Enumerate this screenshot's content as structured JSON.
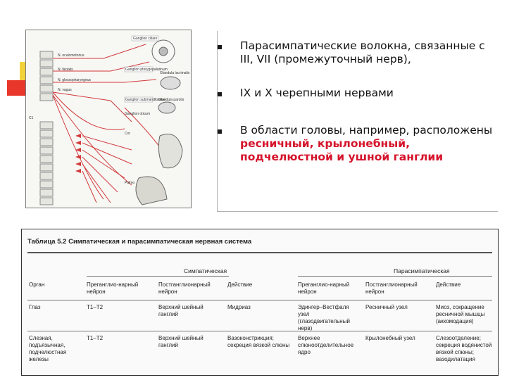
{
  "bullets": [
    {
      "text": "Парасимпатические волокна, связанные с III, VII (промежуточный нерв),"
    },
    {
      "text": "IX и X черепными нервами"
    },
    {
      "text_plain": "В области головы, например, расположены ",
      "text_hl": "ресничный, крылонебный, подчелюстной и ушной ганглии"
    }
  ],
  "table": {
    "title": "Таблица 5.2 Симпатическая и парасимпатическая нервная система",
    "group_symp": "Симпатическая",
    "group_para": "Парасимпатическая",
    "headers": [
      "Орган",
      "Преганглио-нарный нейрон",
      "Постганглионарный нейрон",
      "Действие",
      "Преганглио-нарный нейрон",
      "Постганглионарный нейрон",
      "Действие"
    ],
    "rows": [
      [
        "Глаз",
        "Т1–Т2",
        "Верхний шейный ганглий",
        "Мидриаз",
        "Эдингер–Вестфаля узел (глазодвигательный нерв)",
        "Ресничный узел",
        "Миоз, сокращение ресничной мышцы (аккомодация)"
      ],
      [
        "Слезная, подъязычная, подчелюстная железы",
        "Т1–Т2",
        "Верхний шейный ганглий",
        "Вазоконстрикция; секреция вязкой слюны",
        "Верхнее слюноотделительное ядро",
        "Крылонебный узел",
        "Слезоотделение; секреция водянистой вязкой слюны; вазодилатация"
      ]
    ]
  },
  "diagram_labels": [
    "Ganglion ciliare",
    "N. oculomotorius",
    "N. facialis",
    "N. glossopharyngeus",
    "N. vagus",
    "Ganglion pterygopalatinum",
    "Glandula lacrimalis",
    "Ganglion submandibulare",
    "Glandula parotis",
    "Ganglion oticum",
    "Cor",
    "Pulmo",
    "C1"
  ],
  "colors": {
    "highlight": "#d5142b",
    "accent_red": "#e8362b",
    "accent_yellow": "#f2d23a"
  }
}
